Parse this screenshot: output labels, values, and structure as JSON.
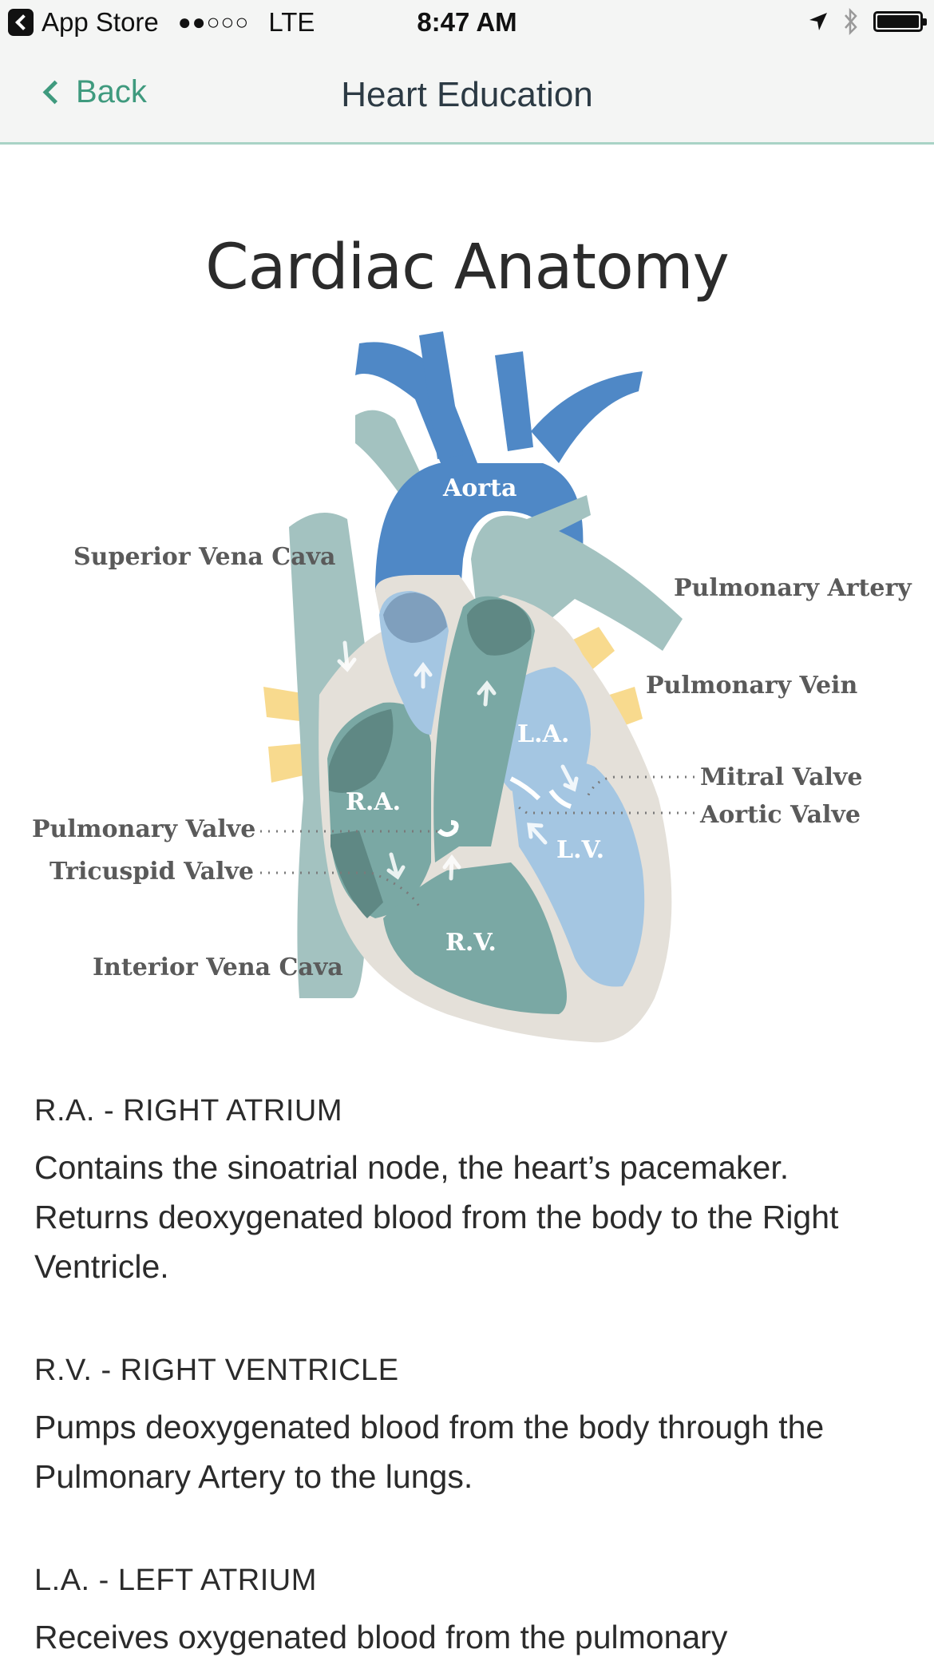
{
  "status_bar": {
    "back_app": "App Store",
    "signal": "●●○○○",
    "network": "LTE",
    "time": "8:47 AM"
  },
  "nav": {
    "back_label": "Back",
    "title": "Heart Education"
  },
  "content": {
    "title": "Cardiac Anatomy"
  },
  "diagram": {
    "labels": {
      "aorta": "Aorta",
      "superior_vena_cava": "Superior Vena Cava",
      "pulmonary_artery": "Pulmonary Artery",
      "pulmonary_vein": "Pulmonary Vein",
      "mitral_valve": "Mitral Valve",
      "aortic_valve": "Aortic Valve",
      "pulmonary_valve": "Pulmonary Valve",
      "tricuspid_valve": "Tricuspid Valve",
      "interior_vena_cava": "Interior Vena Cava",
      "ra": "R.A.",
      "rv": "R.V.",
      "la": "L.A.",
      "lv": "L.V."
    },
    "colors": {
      "aorta_blue": "#4f88c6",
      "vein_teal": "#a3c2c0",
      "chamber_teal": "#7aa8a4",
      "dark_teal": "#5f8884",
      "light_blue": "#a4c6e2",
      "wall_beige": "#e4e0d9",
      "vein_yellow": "#f8da8e"
    }
  },
  "sections": [
    {
      "heading": "R.A. - RIGHT ATRIUM",
      "body": "Contains the sinoatrial node, the heart’s pacemaker. Returns deoxygenated blood from the body to the Right Ventricle."
    },
    {
      "heading": "R.V. - RIGHT VENTRICLE",
      "body": "Pumps deoxygenated blood from the body through the Pulmonary Artery to the lungs."
    },
    {
      "heading": "L.A. - LEFT ATRIUM",
      "body": "Receives oxygenated blood from the pulmonary"
    }
  ]
}
